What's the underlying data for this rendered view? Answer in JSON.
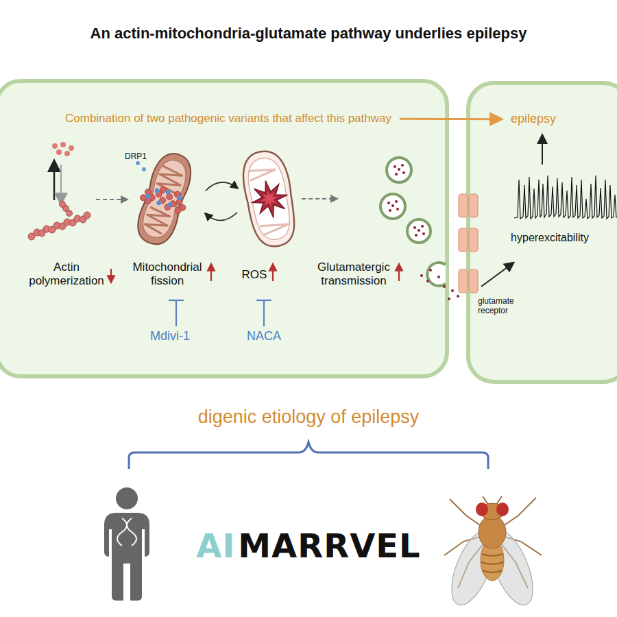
{
  "diagram": {
    "title": "An actin-mitochondria-glutamate pathway underlies epilepsy",
    "nodes": [
      {
        "text": [
          "Combination of two pathogenic variants that affect this pathway"
        ]
      },
      {
        "text": [
          "epilepsy"
        ]
      }
    ],
    "edges": [
      {
        "from": 0,
        "to": 1,
        "arrow": "to"
      }
    ],
    "labels": [
      "DRP1",
      "Actin polymerization",
      "Mitochondrial fission",
      "ROS",
      "Glutamatergic transmission",
      "Mdivi-1",
      "NACA",
      "hyperexcitability",
      "glutamate receptor",
      "digenic etiology of epilepsy",
      "AI",
      "MARRVEL"
    ]
  }
}
